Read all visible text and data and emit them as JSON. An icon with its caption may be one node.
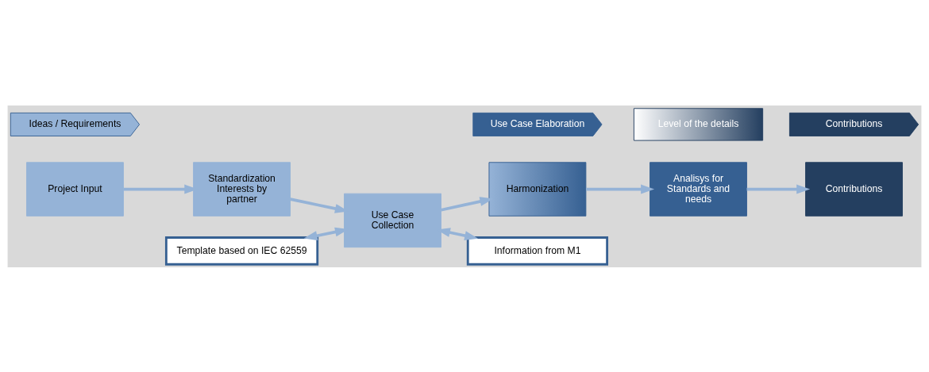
{
  "diagram": {
    "nodes": [
      {
        "text": [
          "Project Input"
        ]
      },
      {
        "text": [
          "Standardization Interests by partner"
        ]
      },
      {
        "text": [
          "Use Case Collection"
        ]
      },
      {
        "text": [
          "Harmonization"
        ]
      },
      {
        "text": [
          "Analisys for Standards and needs"
        ]
      },
      {
        "text": [
          "Contributions"
        ]
      },
      {
        "text": [
          "Template based on IEC 62559"
        ]
      },
      {
        "text": [
          "Information from M1"
        ]
      },
      {
        "text": [
          "Ideas / Requirements"
        ]
      },
      {
        "text": [
          "Use Case Elaboration"
        ]
      },
      {
        "text": [
          "Contributions"
        ]
      },
      {
        "text": [
          "Level of the details"
        ]
      }
    ],
    "edges": [
      {
        "from": 0,
        "to": 1,
        "arrow": "to"
      },
      {
        "from": 1,
        "to": 2,
        "arrow": "to"
      },
      {
        "from": 2,
        "to": 3,
        "arrow": "to"
      },
      {
        "from": 3,
        "to": 4,
        "arrow": "to"
      },
      {
        "from": 4,
        "to": 5,
        "arrow": "to"
      },
      {
        "from": 6,
        "to": 2,
        "arrow": "both"
      },
      {
        "from": 2,
        "to": 7,
        "arrow": "both"
      }
    ]
  }
}
